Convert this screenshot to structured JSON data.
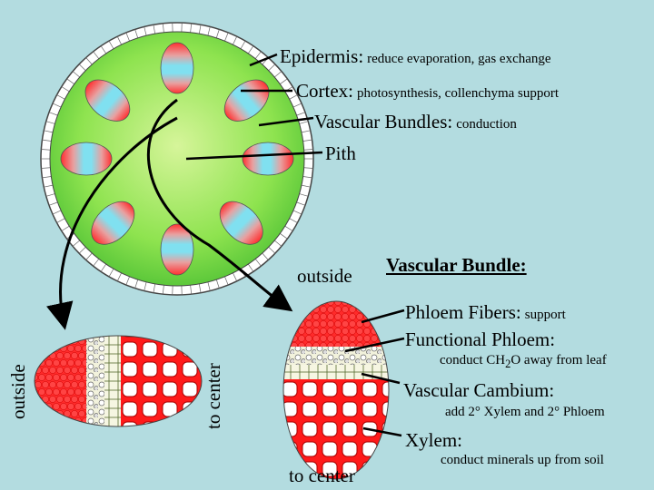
{
  "stem_labels": [
    {
      "id": "epidermis",
      "name": "Epidermis:",
      "desc": "reduce evaporation, gas exchange"
    },
    {
      "id": "cortex",
      "name": "Cortex:",
      "desc": "photosynthesis, collenchyma support"
    },
    {
      "id": "vascular-bundles",
      "name": "Vascular Bundles:",
      "desc": "conduction"
    },
    {
      "id": "pith",
      "name": "Pith",
      "desc": ""
    }
  ],
  "bundle": {
    "heading": "Vascular Bundle:",
    "outside_top": "outside",
    "to_center_bottom": "to center",
    "outside_side": "outside",
    "to_center_side": "to center",
    "phloem_fibers_name": "Phloem Fibers:",
    "phloem_fibers_desc": "support",
    "functional_phloem_name": "Functional Phloem:",
    "functional_phloem_desc_pre": "conduct CH",
    "functional_phloem_sub": "2",
    "functional_phloem_desc_post": "O away from leaf",
    "cambium_name": "Vascular Cambium:",
    "cambium_desc": "add 2° Xylem and 2° Phloem",
    "xylem_name": "Xylem:",
    "xylem_desc": "conduct minerals up from soil"
  },
  "colors": {
    "background": "#b3dce0",
    "cortex": "#7fe04a",
    "phloem_fiber": "#ff2020",
    "xylem": "#ff1a1a",
    "cambium_fill": "#f4f4dc"
  }
}
